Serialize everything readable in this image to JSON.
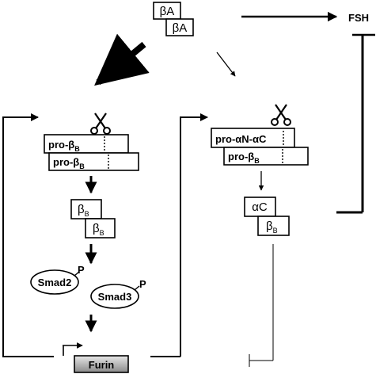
{
  "diagram": {
    "top_beta1": "βA",
    "top_beta2": "βA",
    "fsh": "FSH",
    "left_pro1": {
      "main": "pro-β",
      "sub": "B"
    },
    "left_pro2": {
      "main": "pro-β",
      "sub": "B"
    },
    "left_beta1": {
      "main": "β",
      "sub": "B"
    },
    "left_beta2": {
      "main": "β",
      "sub": "B"
    },
    "smad2": "Smad2",
    "smad3": "Smad3",
    "phospho": "P",
    "furin": "Furin",
    "right_pro_alpha": "pro-αN-αC",
    "right_pro_beta": {
      "main": "pro-β",
      "sub": "B"
    },
    "right_alpha_c": "αC",
    "right_beta": {
      "main": "β",
      "sub": "B"
    }
  },
  "colors": {
    "stroke": "#000000",
    "furin_fill_light": "#e8e8e8",
    "furin_fill_dark": "#8a8a8a"
  },
  "icons": [
    "scissors-icon",
    "scissors-icon"
  ]
}
